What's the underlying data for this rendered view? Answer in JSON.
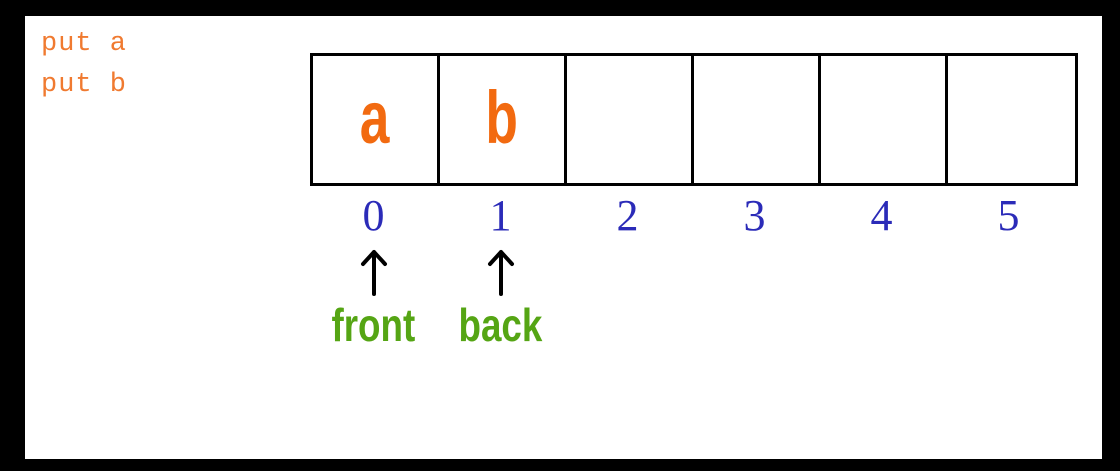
{
  "code_lines": [
    "put a",
    "put b"
  ],
  "array": {
    "cells": [
      "a",
      "b",
      "",
      "",
      "",
      ""
    ],
    "indices": [
      "0",
      "1",
      "2",
      "3",
      "4",
      "5"
    ]
  },
  "pointers": [
    {
      "label": "front",
      "index": 0
    },
    {
      "label": "back",
      "index": 1
    }
  ],
  "colors": {
    "code": "#f07a30",
    "cell_value": "#f26a10",
    "index": "#2b2bb8",
    "pointer_label": "#55a514",
    "border": "#000000",
    "frame": "#000000"
  }
}
